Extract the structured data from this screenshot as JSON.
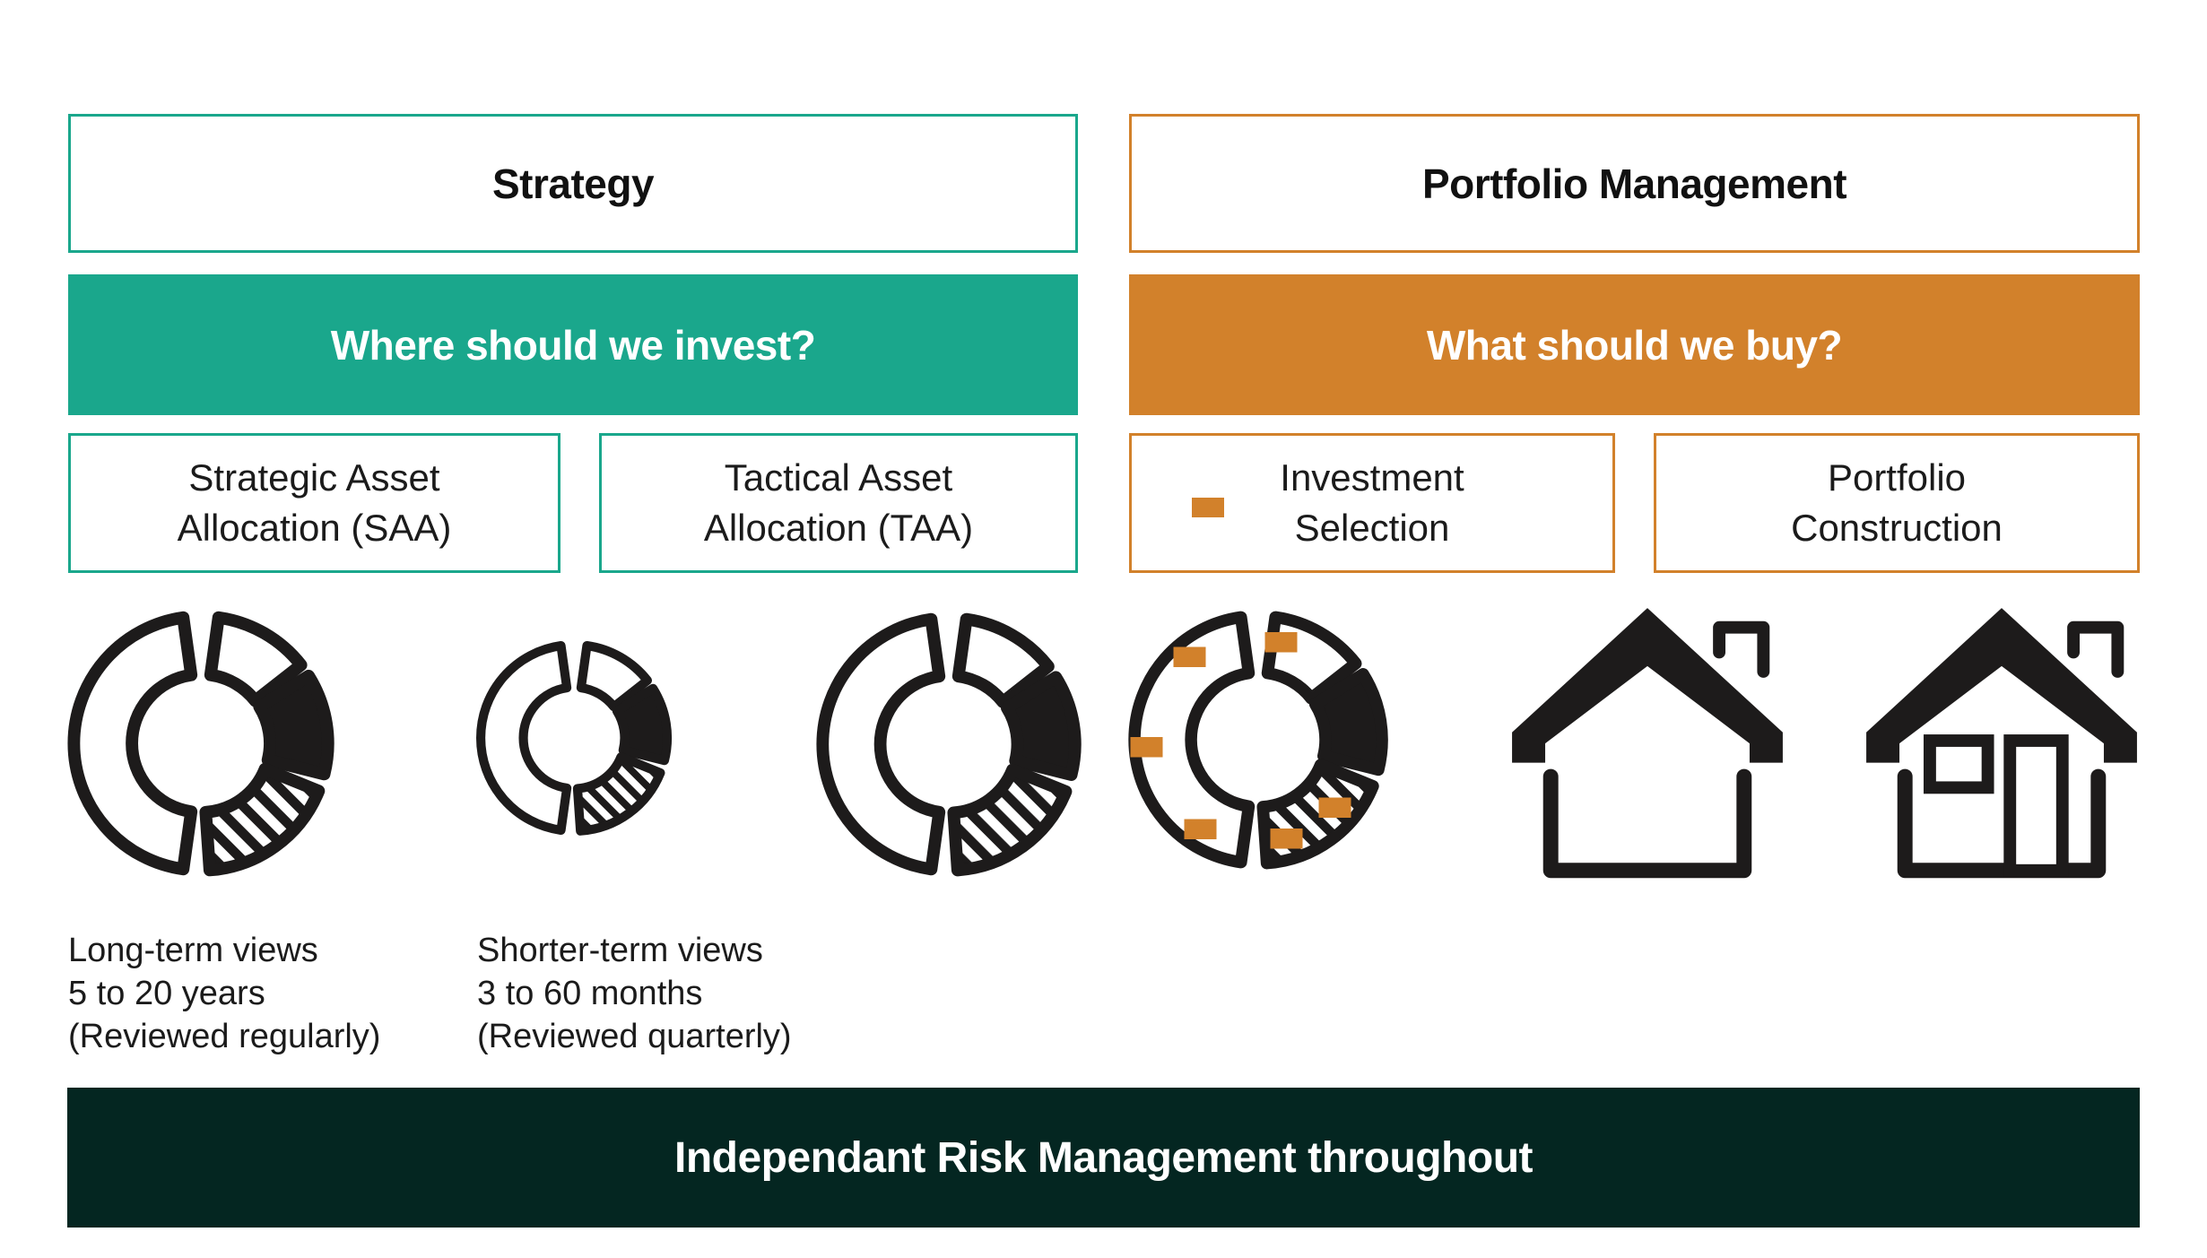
{
  "colors": {
    "teal": "#1AA78C",
    "orange": "#D2812B",
    "footer_background": "#042621",
    "icon_black": "#1D1B1B",
    "text_black": "#1B1B1B"
  },
  "strategy_column": {
    "header": "Strategy",
    "question_banner": "Where should we invest?",
    "saa_box": {
      "line1": "Strategic Asset",
      "line2": "Allocation (SAA)"
    },
    "taa_box": {
      "line1": "Tactical Asset",
      "line2": "Allocation (TAA)"
    }
  },
  "portfolio_column": {
    "header": "Portfolio Management",
    "question_banner": "What should we buy?",
    "investment_selection_box": {
      "line1": "Investment",
      "line2": "Selection"
    },
    "portfolio_construction_box": {
      "line1": "Portfolio",
      "line2": "Construction"
    }
  },
  "icons": {
    "saa_donut": "allocation-donut",
    "taa_donut_small": "allocation-donut-small",
    "taa_donut": "allocation-donut",
    "investment_donut": "allocation-donut-orange-markers",
    "house_plain": "house-solid-roof-outline",
    "house_detailed": "house-with-window-and-door"
  },
  "captions": {
    "long_term": {
      "line1": "Long-term views",
      "line2": "5 to 20 years",
      "line3": "(Reviewed regularly)"
    },
    "shorter_term": {
      "line1": "Shorter-term views",
      "line2": "3 to 60 months",
      "line3": "(Reviewed quarterly)"
    }
  },
  "footer": {
    "label": "Independant Risk Management throughout"
  }
}
